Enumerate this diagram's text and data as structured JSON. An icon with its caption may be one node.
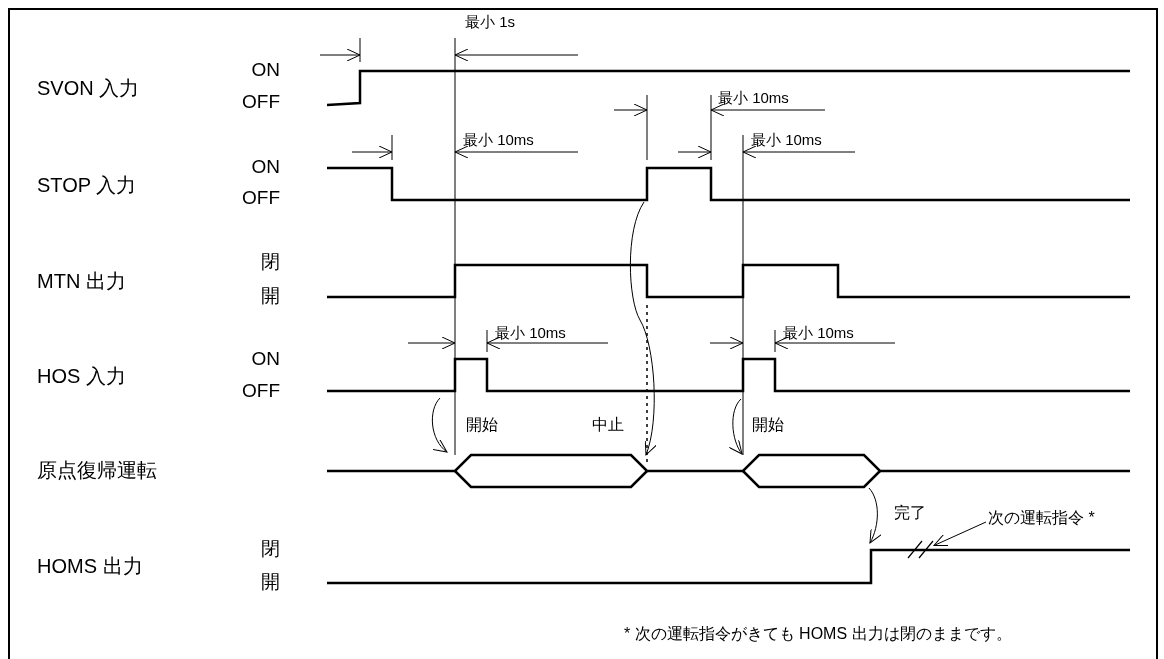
{
  "diagram": {
    "nodes": [
      {
        "text": [
          "次の運転指令 *"
        ]
      },
      {
        "text": [],
        "shape": "break"
      }
    ],
    "edges": [
      {
        "from": 0,
        "to": 1,
        "arrow": "to"
      }
    ],
    "labels": [
      "SVON 入力",
      "ON",
      "OFF",
      "最小 1s",
      "STOP 入力",
      "ON",
      "OFF",
      "最小 10ms",
      "最小 10ms",
      "最小 10ms",
      "MTN 出力",
      "閉",
      "開",
      "HOS 入力",
      "ON",
      "OFF",
      "最小 10ms",
      "最小 10ms",
      "原点復帰運転",
      "開始",
      "中止",
      "開始",
      "HOMS 出力",
      "閉",
      "開",
      "完了",
      "* 次の運転指令がきても HOMS 出力は閉のままです。"
    ]
  }
}
